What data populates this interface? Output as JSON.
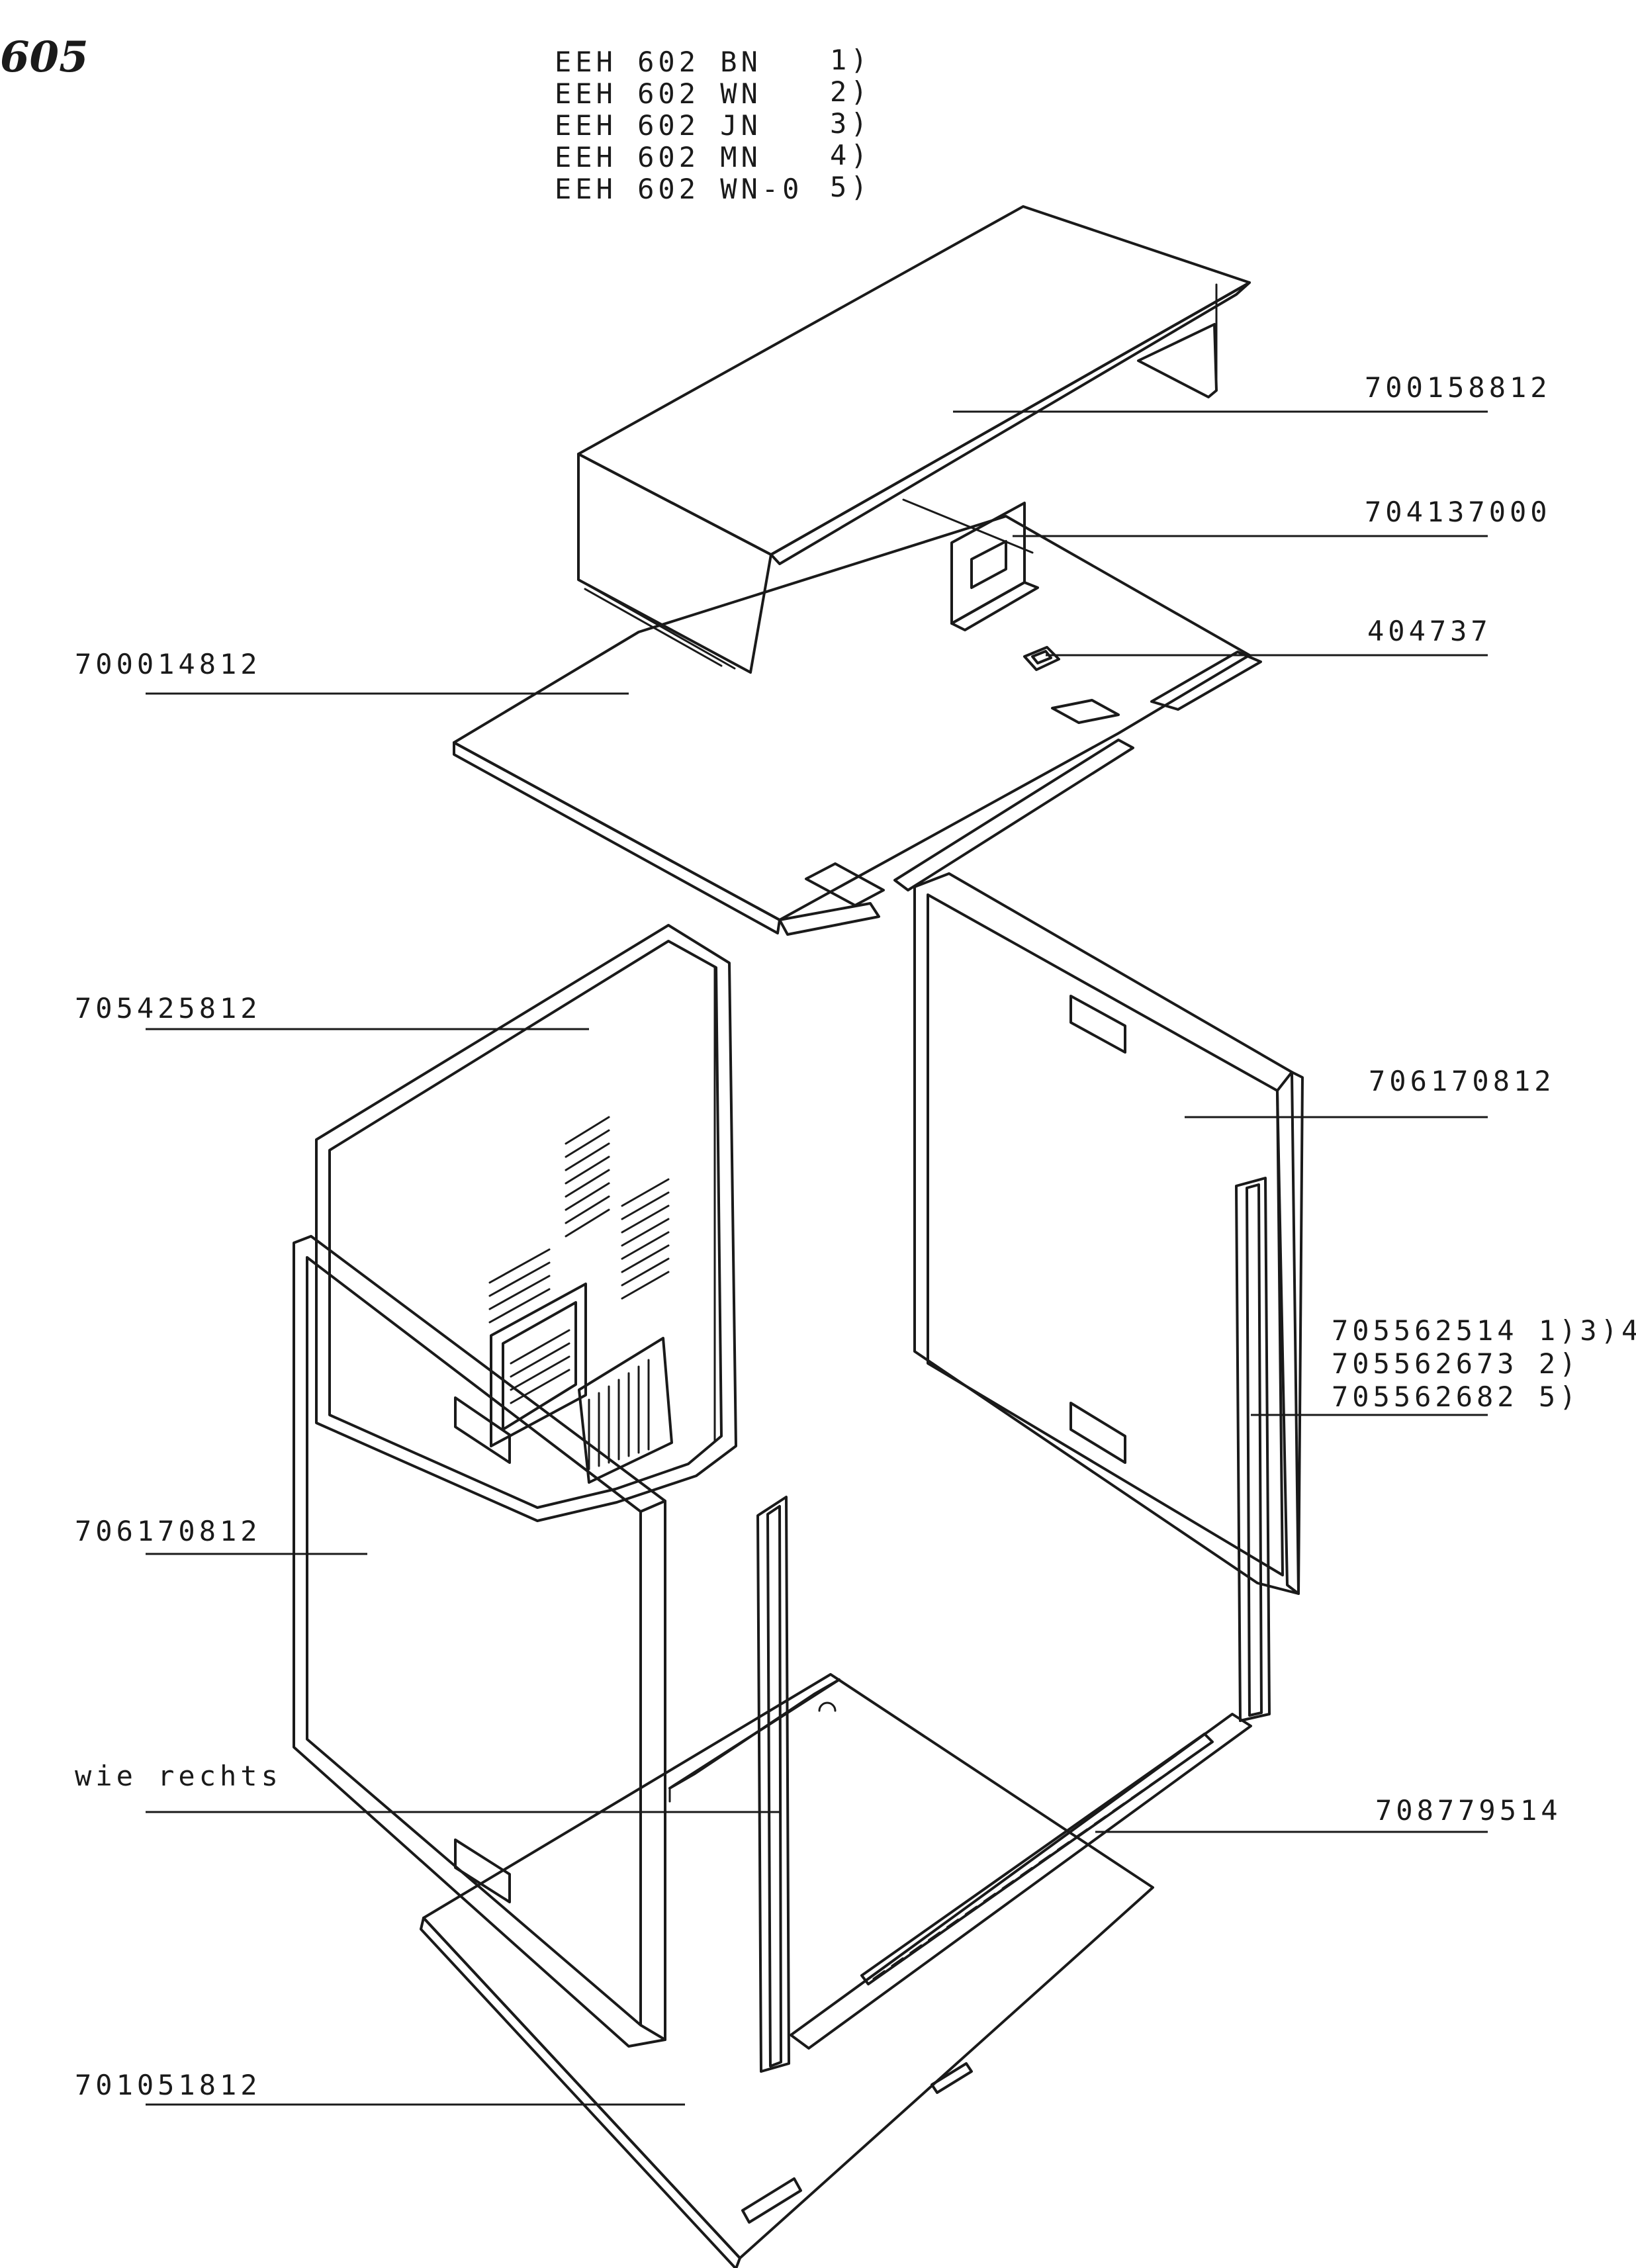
{
  "sheet_number": "605",
  "models": [
    {
      "model": "EEH 602 BN",
      "ref": "1)"
    },
    {
      "model": "EEH 602 WN",
      "ref": "2)"
    },
    {
      "model": "EEH 602 JN",
      "ref": "3)"
    },
    {
      "model": "EEH 602 MN",
      "ref": "4)"
    },
    {
      "model": "EEH 602 WN-0",
      "ref": "5)"
    }
  ],
  "callouts": {
    "top_cover": "700158812",
    "bracket": "704137000",
    "clip": "404737",
    "top_plate": "700014812",
    "back_panel": "705425812",
    "right_side_panel": "706170812",
    "side_rail_a": "705562514 1)3)4)",
    "side_rail_b": "705562673 2)",
    "side_rail_c": "705562682 5)",
    "left_side_panel": "706170812",
    "left_rail": "wie rechts",
    "bottom_rail": "708779514",
    "base_plate": "701051812"
  }
}
